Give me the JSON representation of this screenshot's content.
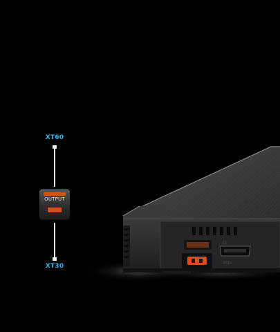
{
  "callout": {
    "top_label": "XT60",
    "bottom_label": "XT30",
    "port_text": "OUTPUT",
    "label_color": "#2bb6f0",
    "accent_color": "#d2521c"
  },
  "device": {
    "port_mark": "XT30",
    "slot_marks": [
      "□",
      "▢"
    ]
  }
}
